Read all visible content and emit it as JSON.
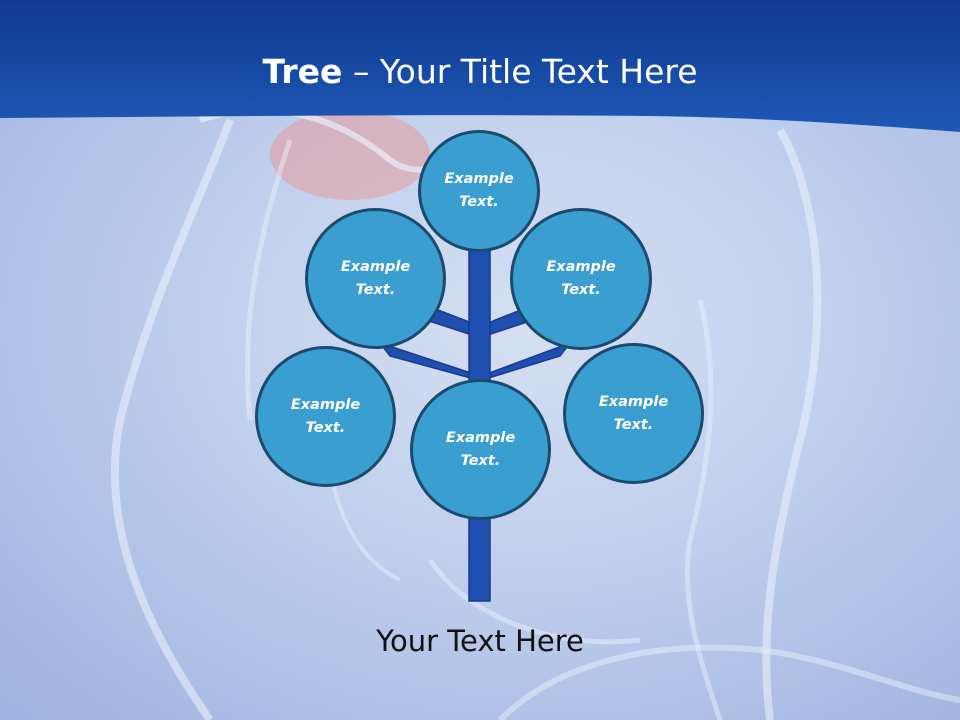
{
  "title": {
    "bold": "Tree",
    "dash": " – ",
    "rest": "Your Title Text Here"
  },
  "nodes": [
    {
      "label": "Example Text."
    },
    {
      "label": "Example Text."
    },
    {
      "label": "Example Text."
    },
    {
      "label": "Example Text."
    },
    {
      "label": "Example Text."
    },
    {
      "label": "Example Text."
    }
  ],
  "footer": "Your Text Here",
  "colors": {
    "header": "#1a4fa8",
    "node_fill": "#3a9fd0",
    "node_border": "#1a4a6e",
    "trunk": "#1e4fb0"
  }
}
